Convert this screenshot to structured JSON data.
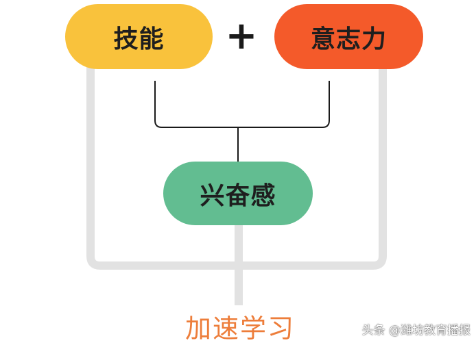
{
  "nodes": {
    "skill": "技能",
    "willpower": "意志力",
    "excitement": "兴奋感",
    "result": "加速学习"
  },
  "operator": "+",
  "watermark": "头条 @潍坊教育播报",
  "colors": {
    "skill": "#f9c23c",
    "willpower": "#f45a2a",
    "excitement": "#62bd91",
    "result_text": "#ed7d3a",
    "outer_connector": "#e2e2e2",
    "inner_connector": "#1a1a1a"
  }
}
